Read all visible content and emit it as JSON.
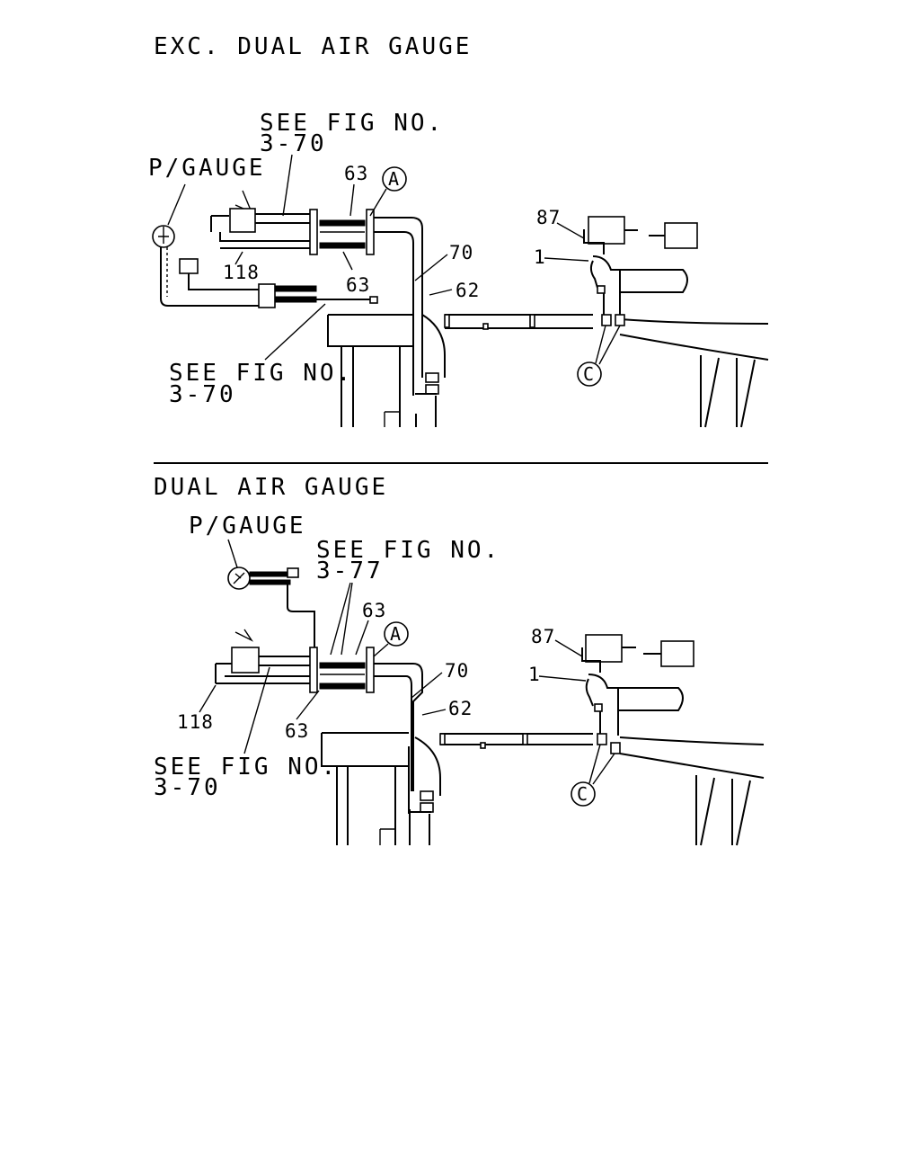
{
  "upper": {
    "title": "EXC. DUAL AIR GAUGE",
    "pressure_gauge": "P/GAUGE",
    "see_fig_top": {
      "line1": "SEE FIG NO.",
      "line2": "3-70"
    },
    "see_fig_bottom": {
      "line1": "SEE FIG NO.",
      "line2": "3-70"
    },
    "callouts": {
      "part_63_top": "63",
      "part_63_bottom": "63",
      "part_118": "118",
      "part_70": "70",
      "part_62": "62",
      "part_87": "87",
      "part_1": "1"
    },
    "circle_a": "A",
    "circle_c": "C"
  },
  "lower": {
    "title": "DUAL AIR GAUGE",
    "pressure_gauge": "P/GAUGE",
    "see_fig_top": {
      "line1": "SEE FIG NO.",
      "line2": "3-77"
    },
    "see_fig_bottom": {
      "line1": "SEE FIG NO.",
      "line2": "3-70"
    },
    "callouts": {
      "part_63_top": "63",
      "part_63_bottom": "63",
      "part_118": "118",
      "part_70": "70",
      "part_62": "62",
      "part_87": "87",
      "part_1": "1"
    },
    "circle_a": "A",
    "circle_c": "C"
  }
}
